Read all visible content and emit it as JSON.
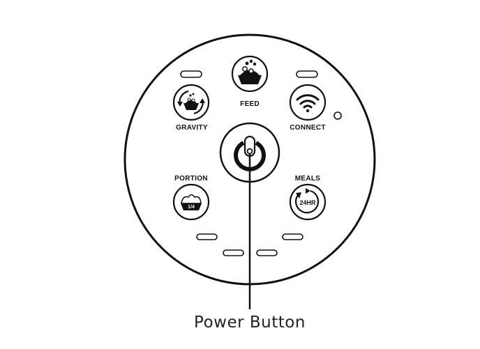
{
  "buttons": {
    "feed": {
      "label": "FEED",
      "icon": "food-bowl-icon"
    },
    "gravity": {
      "label": "GRAVITY",
      "icon": "gravity-cycle-icon"
    },
    "connect": {
      "label": "CONNECT",
      "icon": "wifi-icon"
    },
    "portion": {
      "label": "PORTION",
      "icon": "portion-bowl-icon",
      "badge": "1/4"
    },
    "meals": {
      "label": "MEALS",
      "icon": "24hr-clock-icon",
      "badge": "24HR"
    },
    "power": {
      "icon": "power-icon"
    }
  },
  "callout": {
    "label": "Power Button"
  },
  "colors": {
    "stroke": "#111111",
    "background": "#ffffff",
    "text": "#222222"
  }
}
